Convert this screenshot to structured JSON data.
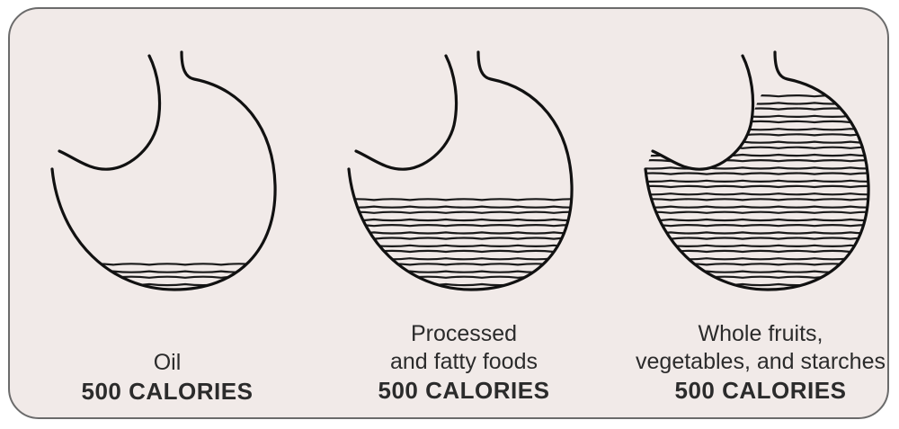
{
  "panels": [
    {
      "description_lines": [
        "Oil"
      ],
      "calories": "500 CALORIES",
      "fill_level": 0.12
    },
    {
      "description_lines": [
        "Processed",
        "and fatty foods"
      ],
      "calories": "500 CALORIES",
      "fill_level": 0.45
    },
    {
      "description_lines": [
        "Whole fruits,",
        "vegetables, and starches"
      ],
      "calories": "500 CALORIES",
      "fill_level": 0.95
    }
  ],
  "colors": {
    "background": "#f1eae8",
    "border": "#6b6b6b",
    "ink": "#111111"
  }
}
